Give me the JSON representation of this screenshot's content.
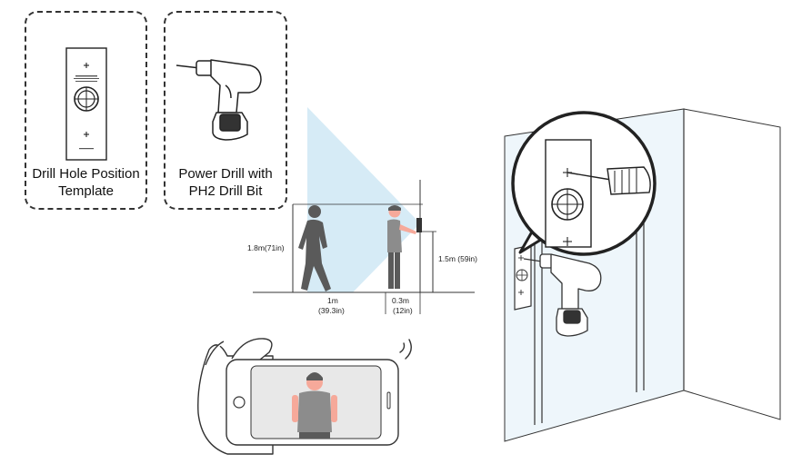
{
  "cards": [
    {
      "line1": "Drill Hole Position",
      "line2": "Template"
    },
    {
      "line1": "Power Drill with",
      "line2": "PH2 Drill Bit"
    }
  ],
  "dimensions": {
    "height_left": "1.8m(71in)",
    "height_right": "1.5m (59in)",
    "distance_far_line1": "1m",
    "distance_far_line2": "(39.3in)",
    "distance_near_line1": "0.3m",
    "distance_near_line2": "(12in)"
  },
  "colors": {
    "field_of_view": "#cfe7f5",
    "person_skin": "#f6a99a",
    "person_shirt": "#8c8c8c",
    "silhouette": "#5a5a5a",
    "wall_shade": "#eef6fb"
  }
}
